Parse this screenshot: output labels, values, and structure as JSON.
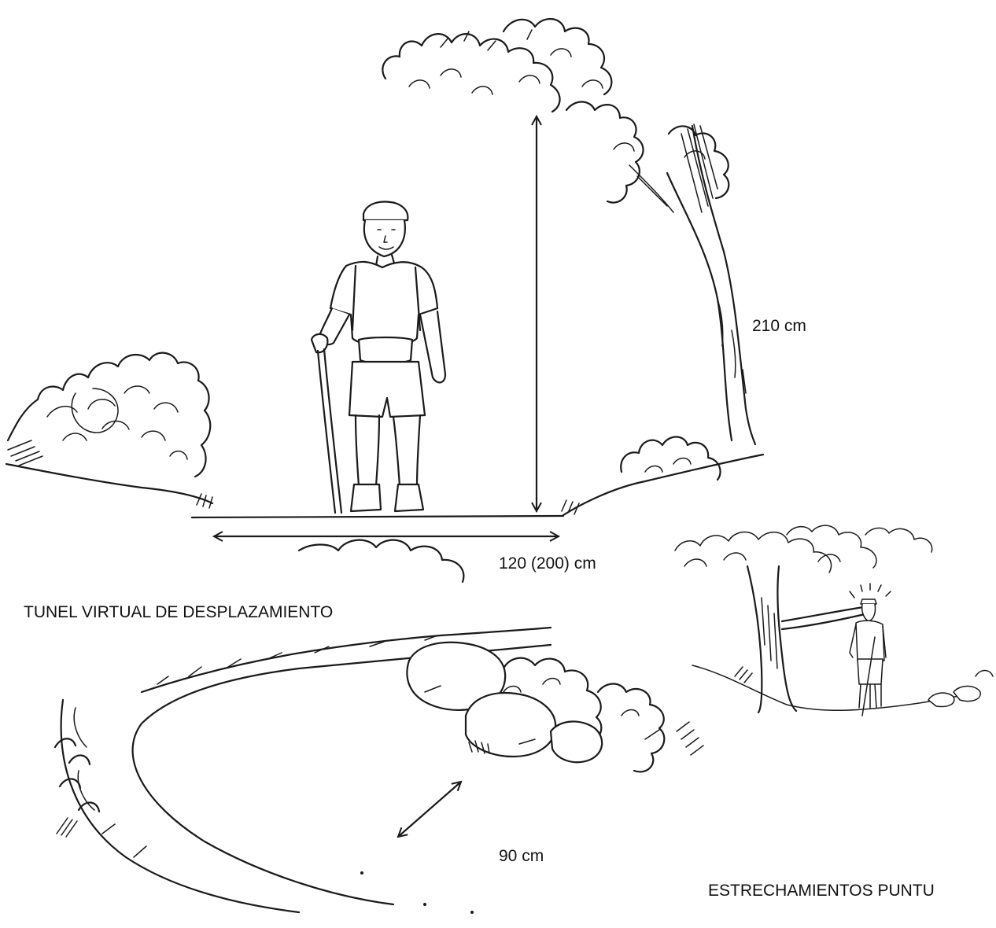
{
  "labels": {
    "height": "210 cm",
    "width": "120 (200) cm",
    "tunnel_caption": "TUNEL VIRTUAL DE DESPLAZAMIENTO",
    "clearance": "90 cm",
    "narrowing_caption": "ESTRECHAMIENTOS PUNTU"
  },
  "colors": {
    "ink": "#1a1a1a",
    "background": "#ffffff"
  }
}
